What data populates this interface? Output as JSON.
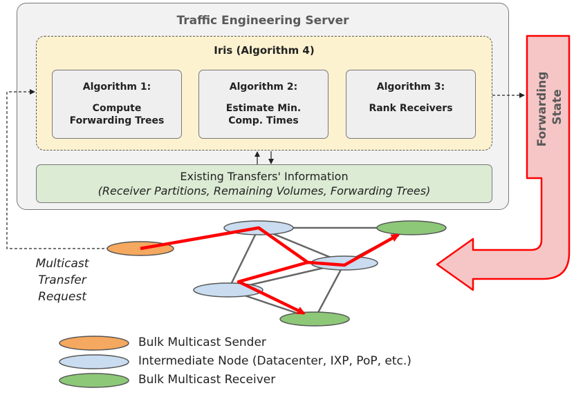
{
  "server": {
    "title": "Traffic Engineering Server"
  },
  "iris": {
    "title": "Iris (Algorithm 4)"
  },
  "algorithms": [
    {
      "title": "Algorithm 1:",
      "desc": "Compute\nForwarding Trees"
    },
    {
      "title": "Algorithm 2:",
      "desc": "Estimate Min.\nComp. Times"
    },
    {
      "title": "Algorithm 3:",
      "desc": "Rank Receivers"
    }
  ],
  "info": {
    "line1": "Existing Transfers' Information",
    "line2": "(Receiver Partitions, Remaining Volumes, Forwarding Trees)"
  },
  "forwarding_state": {
    "label": "Forwarding State"
  },
  "request": {
    "label": "Multicast\nTransfer\nRequest"
  },
  "legend": [
    {
      "label": "Bulk Multicast Sender",
      "color": "#f5a85f"
    },
    {
      "label": "Intermediate Node (Datacenter, IXP, PoP, etc.)",
      "color": "#c9dcf0"
    },
    {
      "label": "Bulk Multicast Receiver",
      "color": "#8dc878"
    }
  ],
  "colors": {
    "sender": "#f5a85f",
    "intermediate": "#c9dcf0",
    "receiver": "#8dc878",
    "path": "#ff0000",
    "forwarding_fill": "#f6c6c6"
  }
}
